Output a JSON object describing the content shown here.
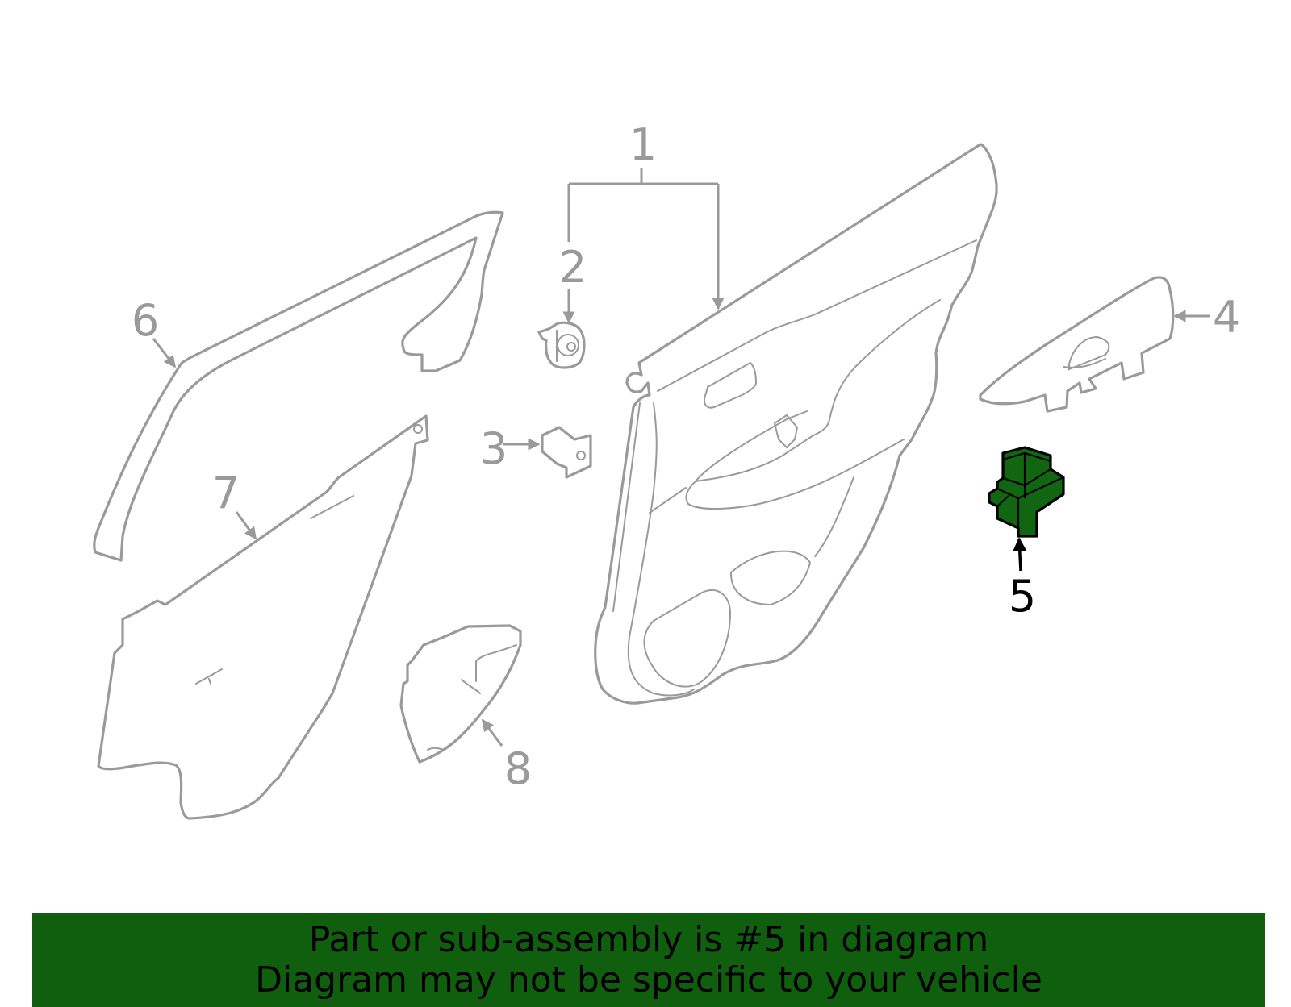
{
  "callouts": {
    "c1": "1",
    "c2": "2",
    "c3": "3",
    "c4": "4",
    "c5": "5",
    "c6": "6",
    "c7": "7",
    "c8": "8"
  },
  "highlighted_part": "5",
  "colors": {
    "line_gray": "#9a9a9a",
    "highlight_fill": "#116611",
    "banner_bg": "#0f5f0f",
    "highlight_stroke": "#000000"
  },
  "banner": {
    "line1": "Part or sub-assembly is #5 in diagram",
    "line2": "Diagram may not be specific to your vehicle"
  }
}
